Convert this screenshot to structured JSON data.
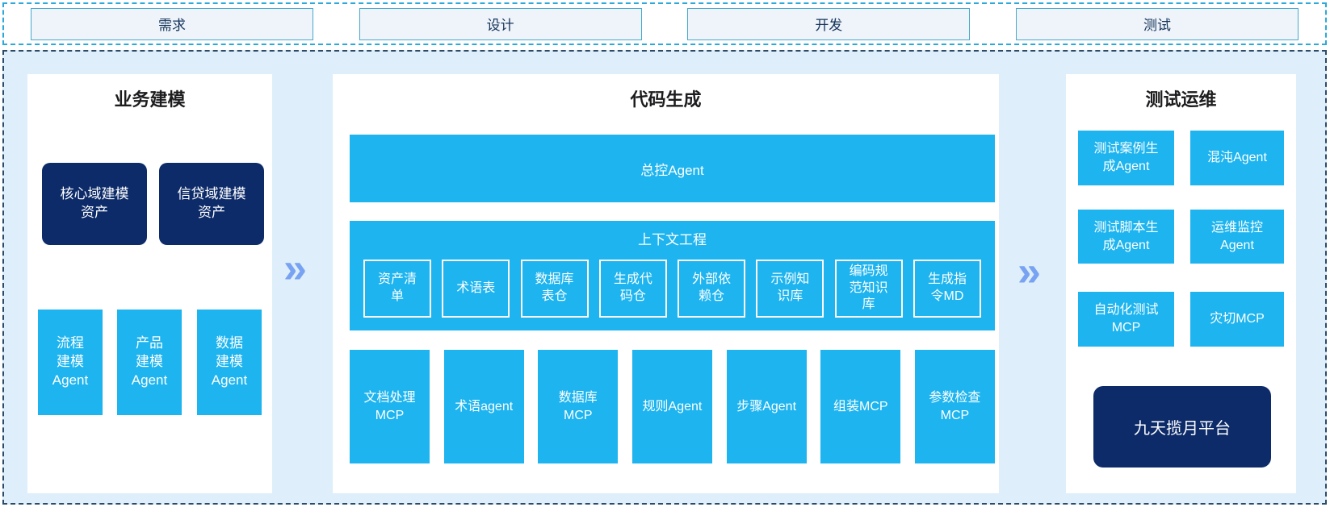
{
  "phases": [
    "需求",
    "设计",
    "开发",
    "测试"
  ],
  "panels": {
    "business_modeling": {
      "title": "业务建模",
      "asset_boxes": [
        "核心域建模\n资产",
        "信贷域建模\n资产"
      ],
      "agent_boxes": [
        "流程\n建模\nAgent",
        "产品\n建模\nAgent",
        "数据\n建模\nAgent"
      ]
    },
    "code_generation": {
      "title": "代码生成",
      "master_agent": "总控Agent",
      "context_engineering": {
        "title": "上下文工程",
        "items": [
          "资产清\n单",
          "术语表",
          "数据库\n表仓",
          "生成代\n码仓",
          "外部依\n赖仓",
          "示例知\n识库",
          "编码规\n范知识\n库",
          "生成指\n令MD"
        ]
      },
      "tools": [
        "文档处理\nMCP",
        "术语agent",
        "数据库\nMCP",
        "规则Agent",
        "步骤Agent",
        "组装MCP",
        "参数检查\nMCP"
      ]
    },
    "test_ops": {
      "title": "测试运维",
      "boxes": [
        "测试案例生\n成Agent",
        "混沌Agent",
        "测试脚本生\n成Agent",
        "运维监控\nAgent",
        "自动化测试\nMCP",
        "灾切MCP"
      ],
      "platform": "九天揽月平台"
    }
  },
  "icons": {
    "arrow": "»"
  },
  "colors": {
    "cyan": "#1db4ef",
    "navy": "#0d2b69",
    "canvas_bg": "#deeefa",
    "panel_bg": "#ffffff",
    "phase_box_bg": "#eef4f9",
    "phase_box_border": "#49a8cc",
    "phase_text": "#16335c",
    "top_dashed_border": "#2aa9da",
    "main_dashed_border": "#2c4b68",
    "arrow_blue": "#78a2f2"
  }
}
